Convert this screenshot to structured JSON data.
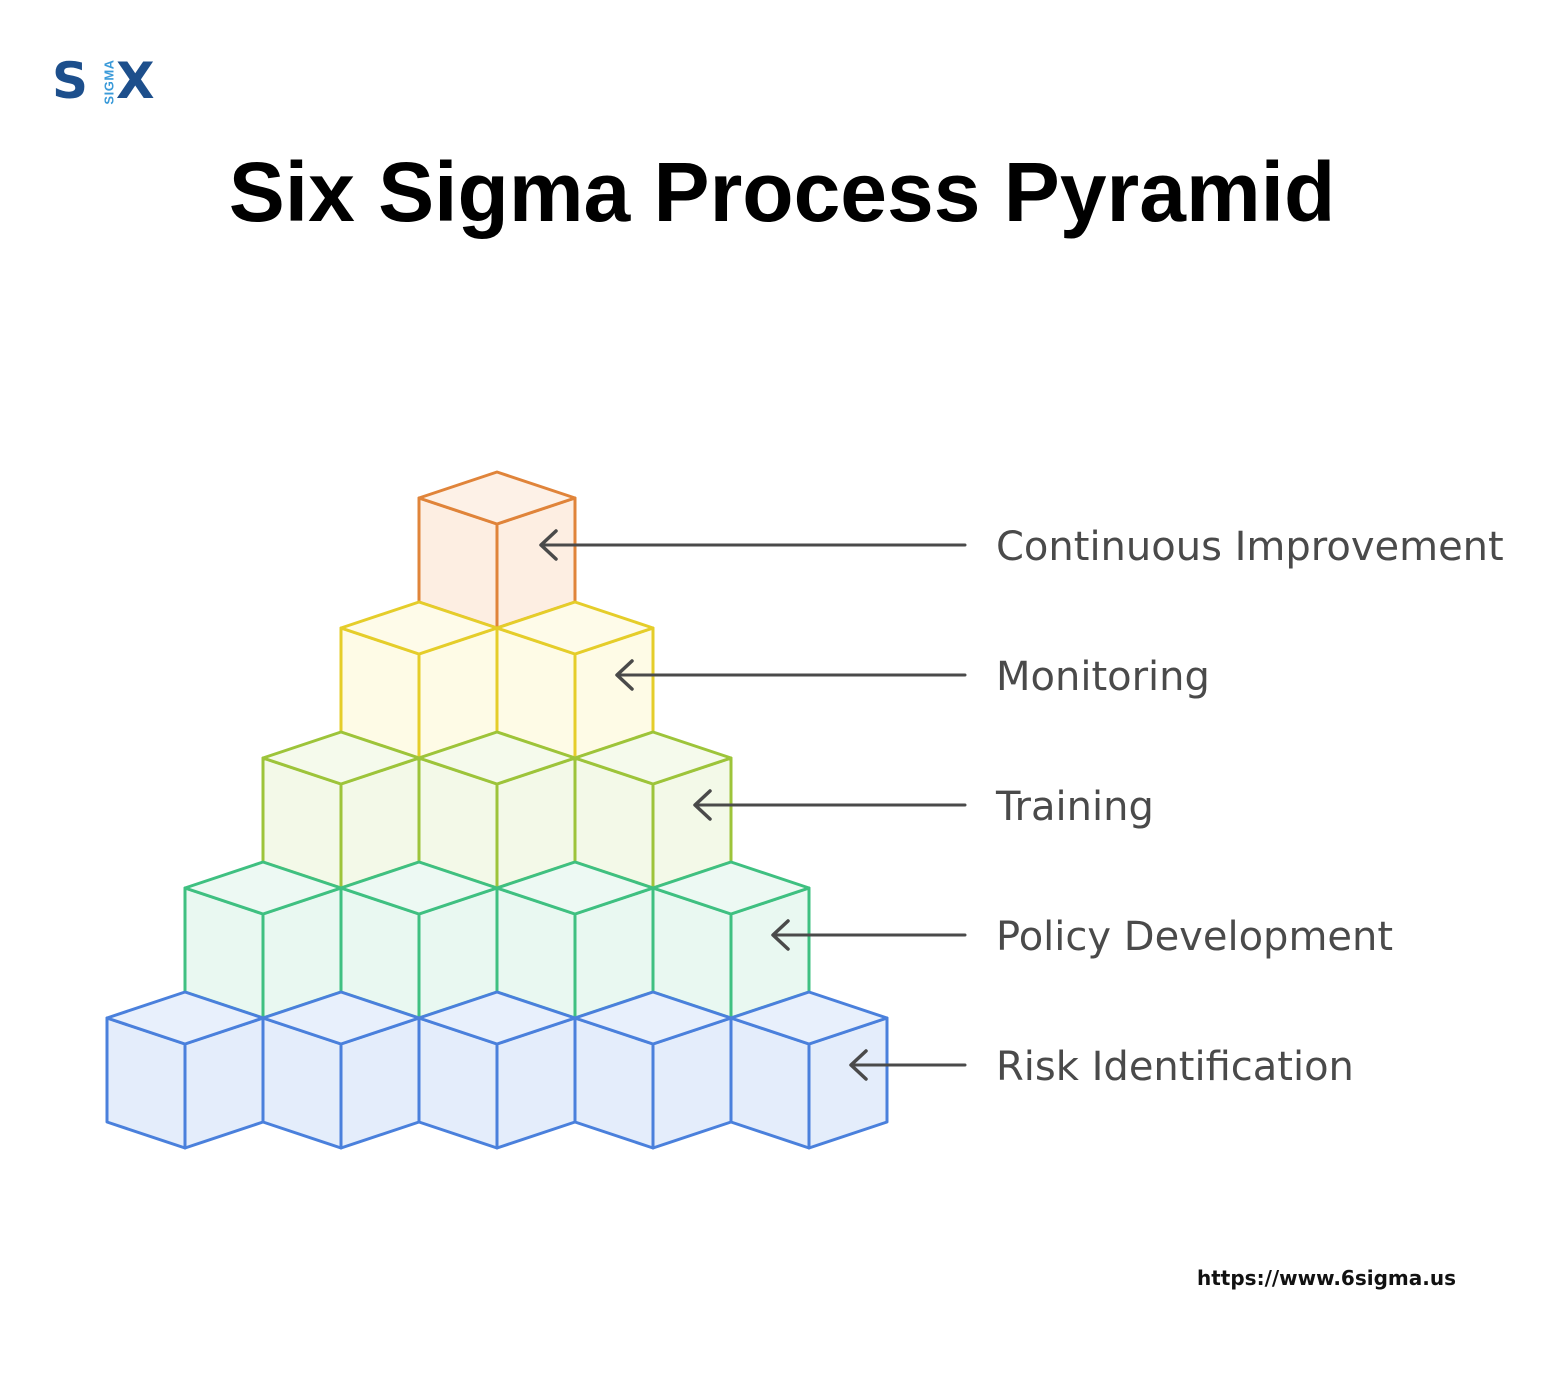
{
  "logo": {
    "left_letter": "S",
    "vertical_text": "SIGMA",
    "right_letter": "X",
    "colors": {
      "letters": "#1d4f8c",
      "vertical_text": "#3a9ad9"
    }
  },
  "title": "Six Sigma Process Pyramid",
  "pyramid": {
    "tiers": [
      {
        "label": "Continuous Improvement",
        "cubes": 1,
        "stroke": "#e0843a",
        "fill": "#fdeee2",
        "top": "#fdf1e7"
      },
      {
        "label": "Monitoring",
        "cubes": 2,
        "stroke": "#e5cd2a",
        "fill": "#fefbe6",
        "top": "#fefbe9"
      },
      {
        "label": "Training",
        "cubes": 3,
        "stroke": "#9dc43a",
        "fill": "#f3f9e8",
        "top": "#f5faec"
      },
      {
        "label": "Policy Development",
        "cubes": 4,
        "stroke": "#3fc081",
        "fill": "#e9f8f1",
        "top": "#edf9f3"
      },
      {
        "label": "Risk Identification",
        "cubes": 5,
        "stroke": "#4a80dc",
        "fill": "#e4edfb",
        "top": "#e8f0fc"
      }
    ],
    "arrow_color": "#4a4a4a",
    "label_color": "#4a4a4a"
  },
  "footer_url": "https://www.6sigma.us"
}
